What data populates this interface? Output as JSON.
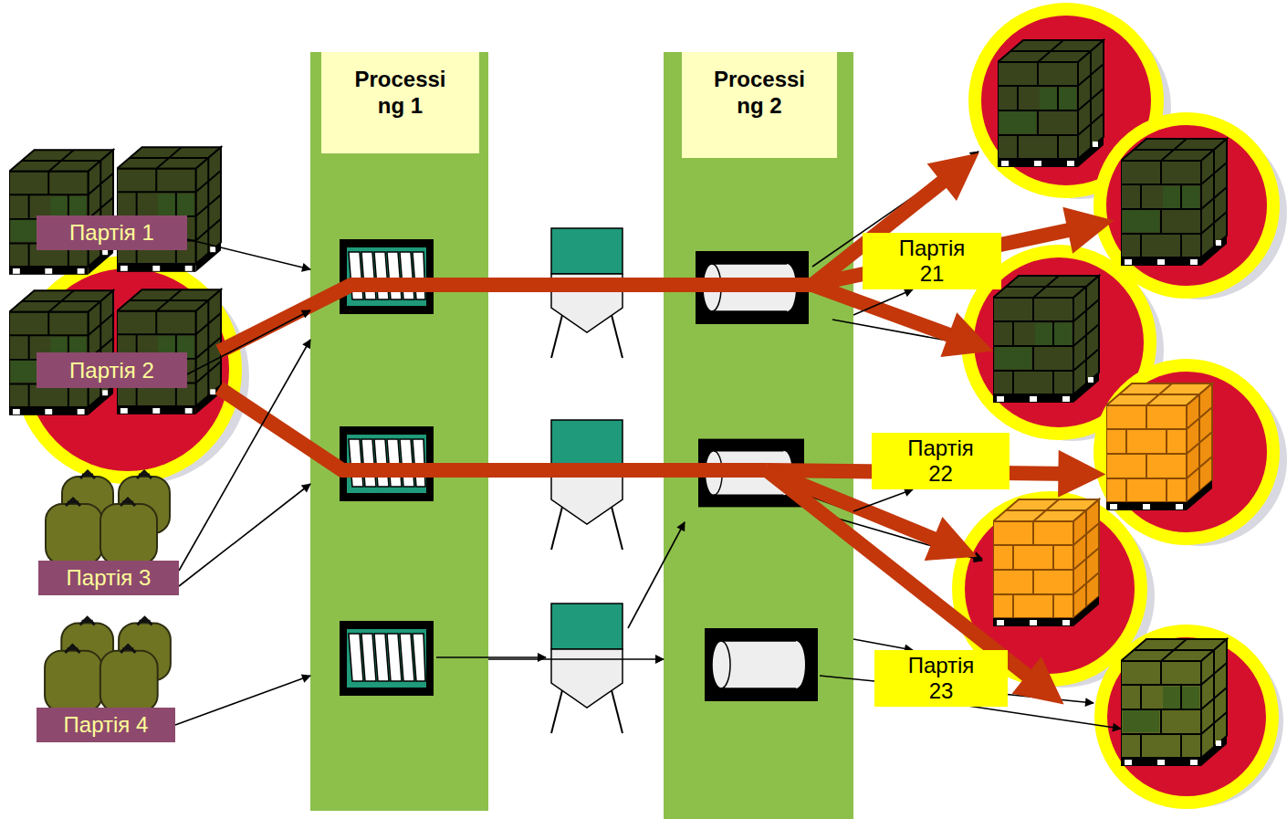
{
  "diagram": {
    "nodes": [
      {
        "text": [
          "Партія 1"
        ]
      },
      {
        "text": [
          "Партія 2"
        ]
      },
      {
        "text": [
          "Партія 3"
        ]
      },
      {
        "text": [
          "Партія 4"
        ]
      },
      {
        "text": [
          "Processi ng 1"
        ]
      },
      {
        "text": [
          "Processi ng 2"
        ]
      },
      {
        "text": [
          "Партія 21"
        ]
      },
      {
        "text": [
          "Партія 22"
        ]
      },
      {
        "text": [
          "Партія 23"
        ]
      }
    ],
    "edges": [
      {
        "from": 0,
        "to": 4,
        "arrow": "to"
      },
      {
        "from": 1,
        "to": 4,
        "arrow": "to"
      },
      {
        "from": 2,
        "to": 4,
        "arrow": "to"
      },
      {
        "from": 2,
        "to": 4,
        "arrow": "to"
      },
      {
        "from": 3,
        "to": 4,
        "arrow": "to"
      },
      {
        "from": 4,
        "to": 5,
        "arrow": "to"
      },
      {
        "from": 5,
        "to": 6,
        "arrow": "to"
      },
      {
        "from": 5,
        "to": 7,
        "arrow": "to"
      },
      {
        "from": 5,
        "to": 8,
        "arrow": "to"
      }
    ]
  }
}
